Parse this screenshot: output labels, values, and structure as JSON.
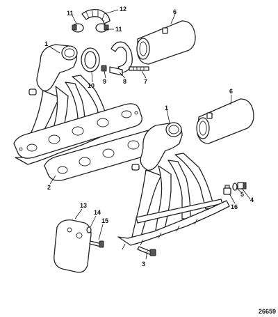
{
  "reference_number": "26659",
  "callouts": {
    "c1a": "1",
    "c1b": "1",
    "c2": "2",
    "c3": "3",
    "c4": "4",
    "c5": "5",
    "c6a": "6",
    "c6b": "6",
    "c7": "7",
    "c8": "8",
    "c9": "9",
    "c10": "10",
    "c11a": "11",
    "c11b": "11",
    "c12": "12",
    "c13": "13",
    "c14": "14",
    "c15": "15",
    "c16": "16"
  }
}
